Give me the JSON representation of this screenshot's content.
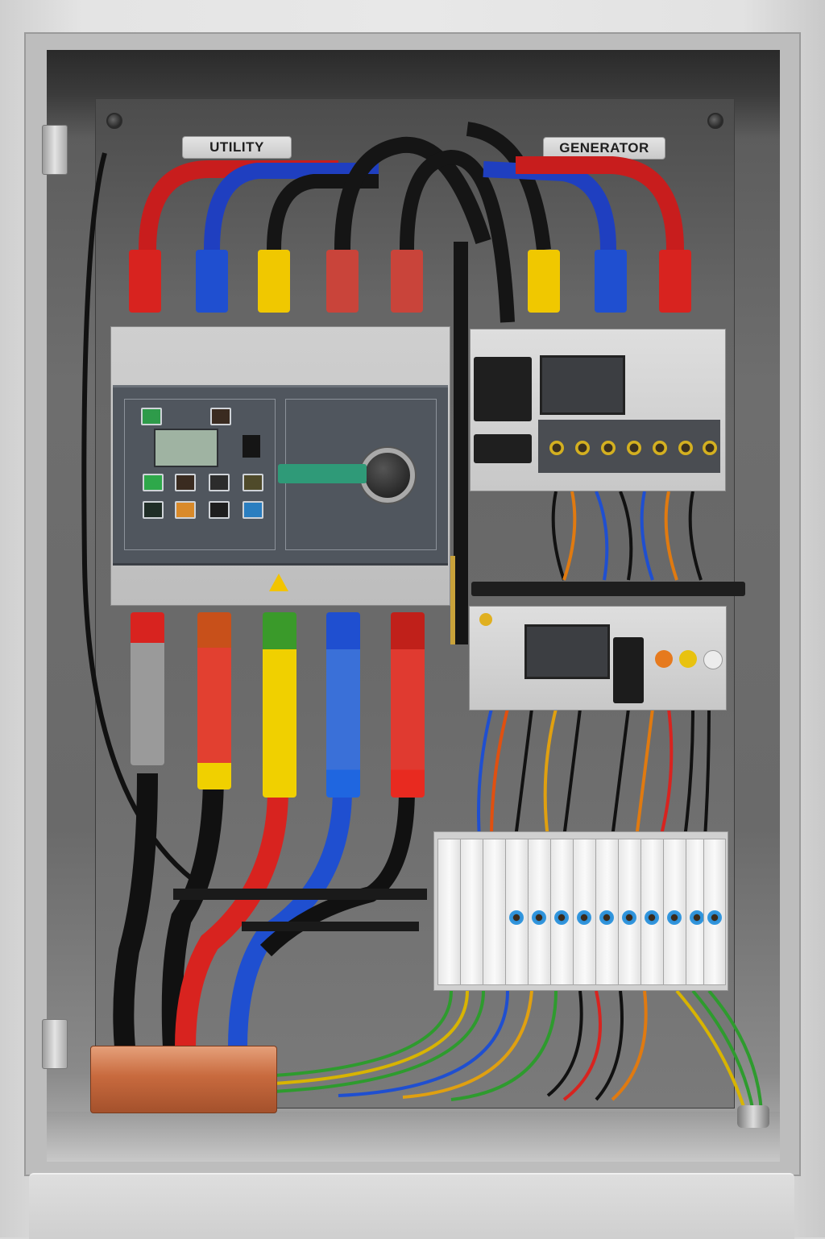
{
  "scene": {
    "subject": "Automatic transfer switch electrical panel",
    "labels": {
      "utility": "UTILITY",
      "generator": "GENERATOR"
    },
    "colors": {
      "cabinet": "#d9d9d9",
      "backplate": "#6a6a6a",
      "ats_face": "#50565e",
      "handle": "#2f9a78",
      "copper": "#c86a3e",
      "phase_red": "#d8231f",
      "phase_blue": "#1f4fd0",
      "phase_yellow": "#f0c800",
      "ground_green": "#2e9b2e",
      "neutral_black": "#141414"
    },
    "top_terminals": [
      {
        "color": "red",
        "side": "utility"
      },
      {
        "color": "blue",
        "side": "utility"
      },
      {
        "color": "yellow",
        "side": "utility"
      },
      {
        "color": "red",
        "side": "utility"
      },
      {
        "color": "red",
        "side": "utility"
      },
      {
        "color": "yellow",
        "side": "generator"
      },
      {
        "color": "blue",
        "side": "generator"
      },
      {
        "color": "red",
        "side": "generator"
      }
    ],
    "bottom_terminals": [
      {
        "color": "red",
        "cable": "black"
      },
      {
        "color": "orange",
        "cable": "yellow"
      },
      {
        "color": "green",
        "cable": "yellow"
      },
      {
        "color": "blue",
        "cable": "blue"
      },
      {
        "color": "red",
        "cable": "red"
      }
    ],
    "breaker_count": 13,
    "indicator_count": 7
  }
}
